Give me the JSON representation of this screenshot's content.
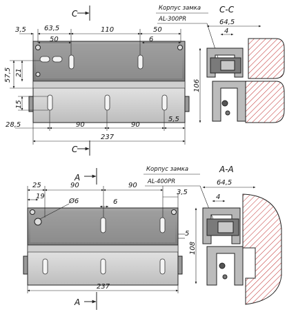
{
  "top": {
    "section_cut_label_top": "C",
    "section_cut_label_bottom": "C",
    "lock_label_line1": "Корпус замка",
    "lock_label_line2": "AL-300PR",
    "section_title": "C-C",
    "dims": {
      "d3_5": "3,5",
      "d63_5": "63,5",
      "d50a": "50",
      "d110": "110",
      "d50b": "50",
      "d6": "6",
      "d57_5": "57,5",
      "d21": "21",
      "d15": "15",
      "d28_5": "28,5",
      "d90a": "90",
      "d90b": "90",
      "d5_5": "5,5",
      "d237": "237",
      "s64_5": "64,5",
      "s4": "4",
      "s106": "106"
    }
  },
  "bottom": {
    "section_cut_label_top": "A",
    "section_cut_label_bottom": "A",
    "lock_label_line1": "Корпус замка",
    "lock_label_line2": "AL-400PR",
    "section_title": "A-A",
    "dims": {
      "d25": "25",
      "d90a": "90",
      "d90b": "90",
      "d3_5": "3,5",
      "d19": "19",
      "d_phi6": "Ø6",
      "d6": "6",
      "d5": "5",
      "d237": "237",
      "s64_5": "64,5",
      "s4": "4",
      "s108": "108"
    }
  }
}
